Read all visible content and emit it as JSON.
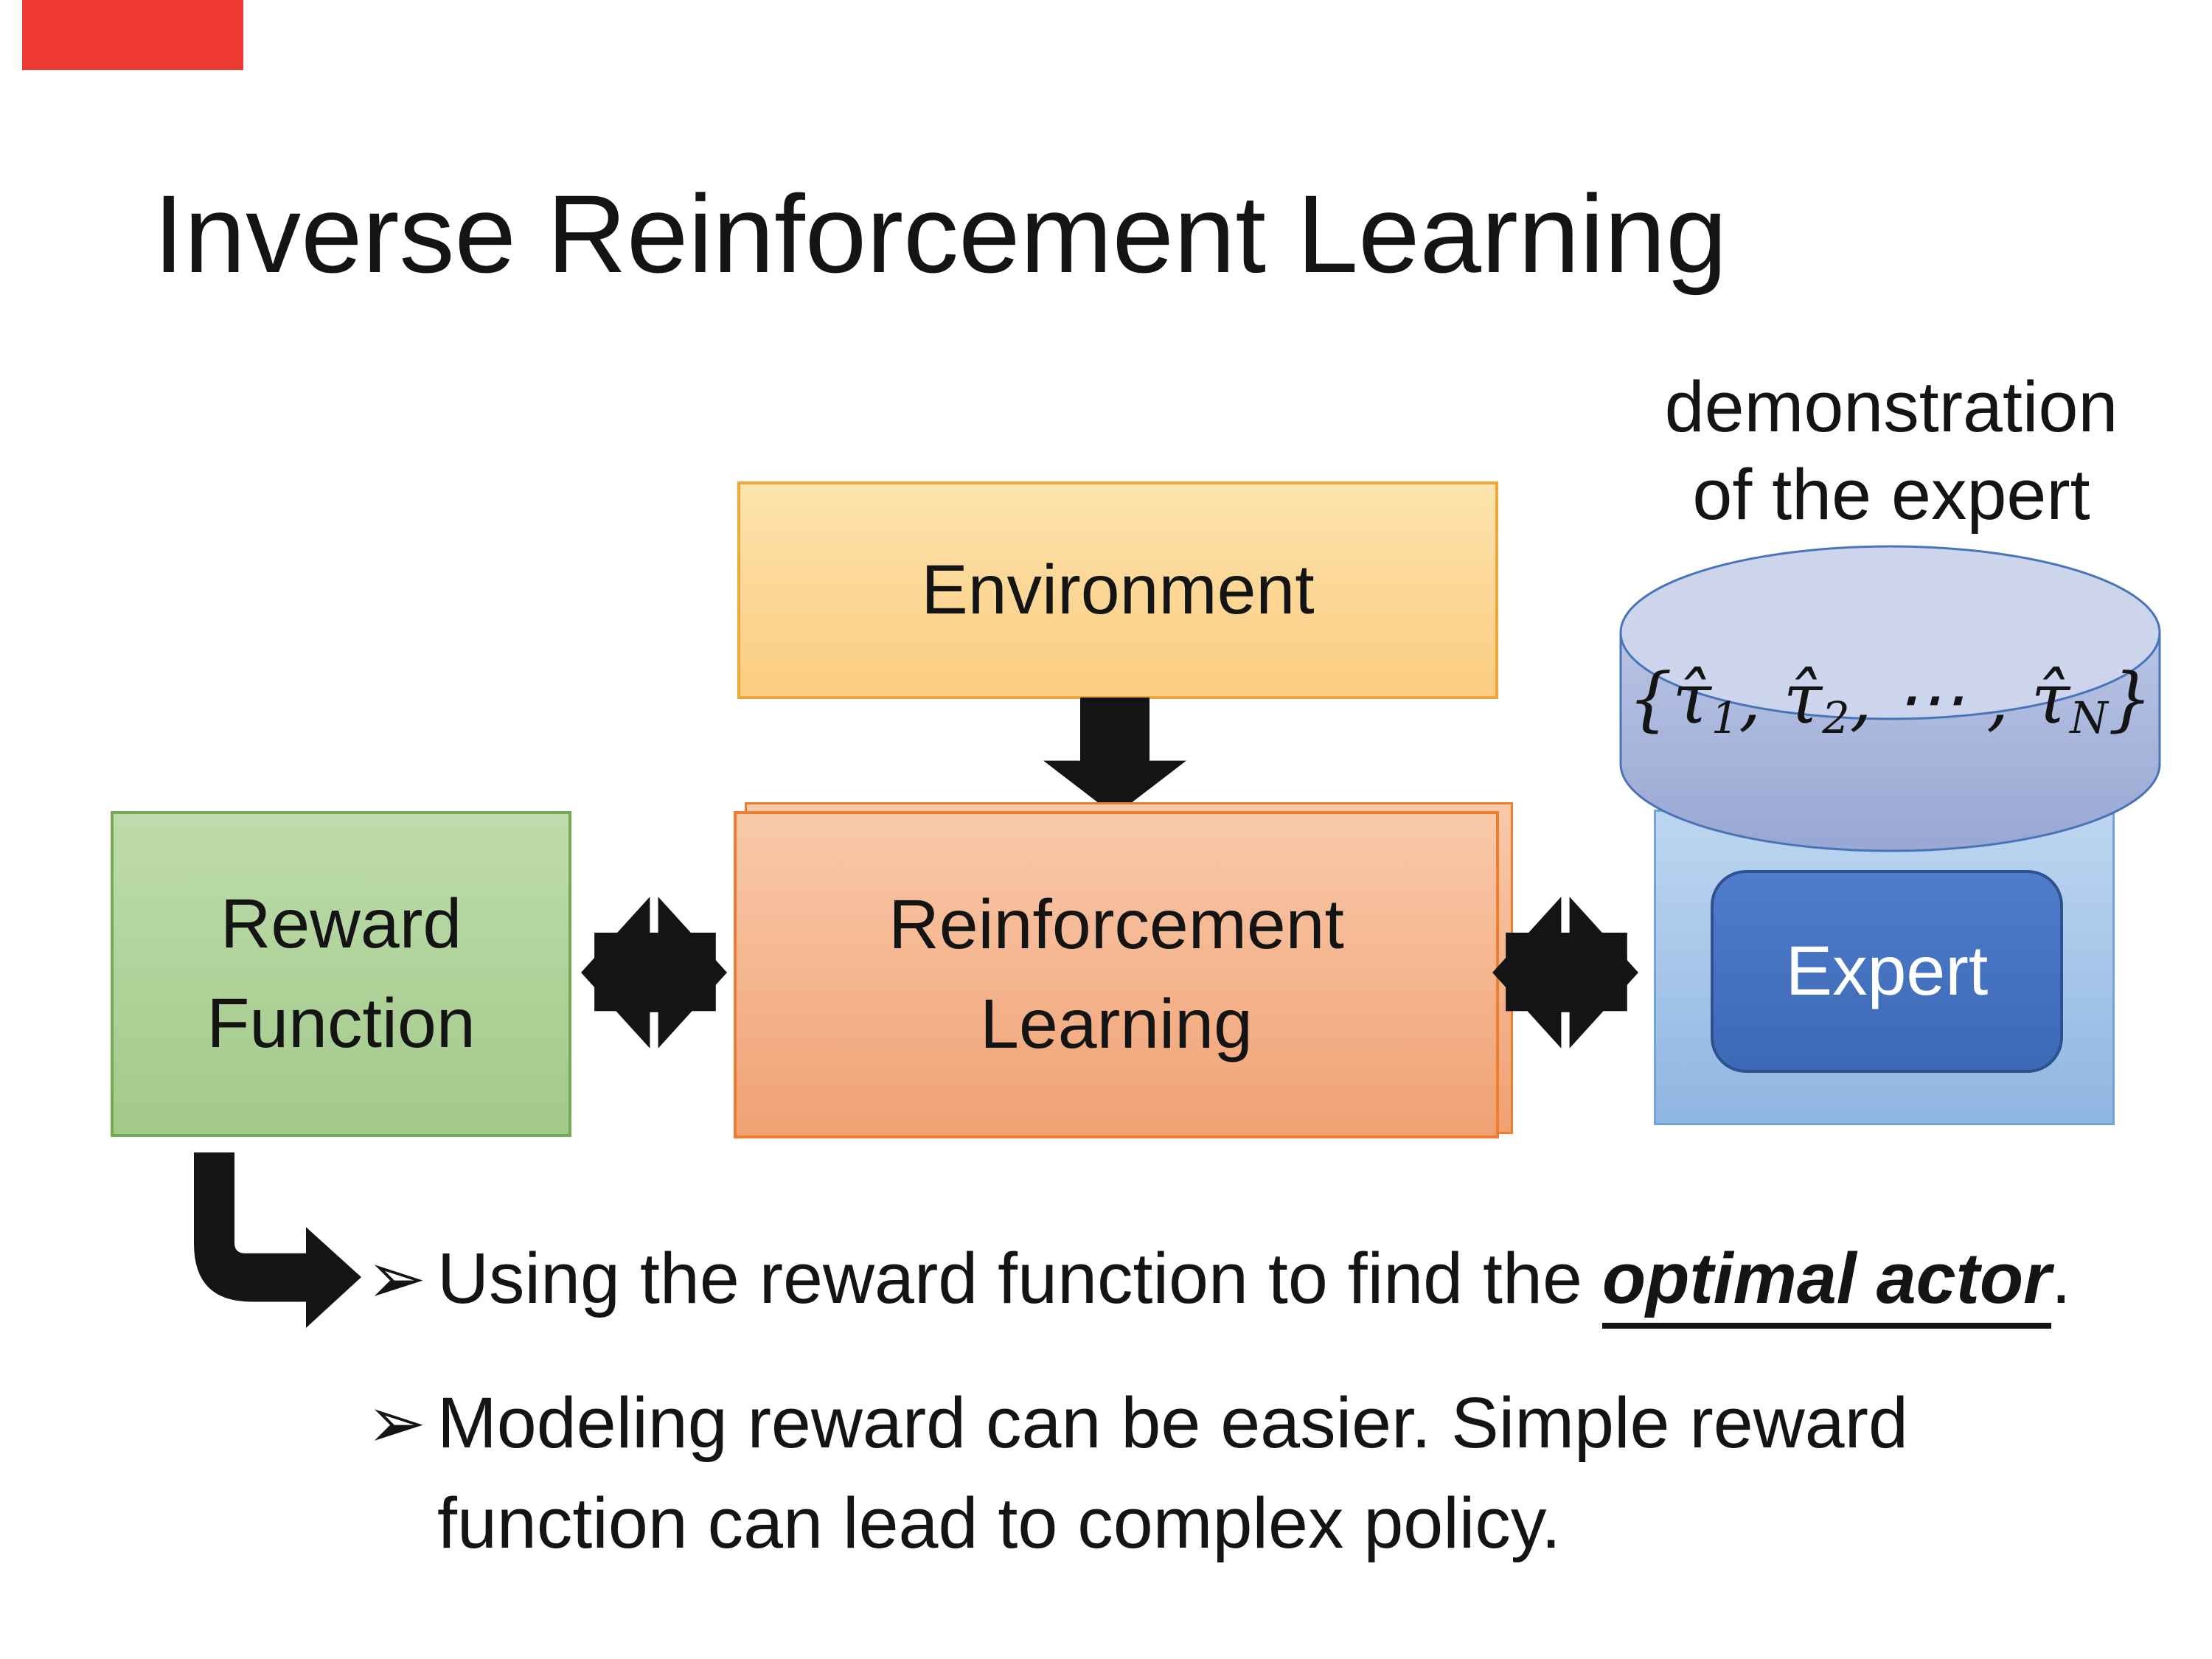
{
  "slide": {
    "title": "Inverse Reinforcement Learning"
  },
  "demo_label": {
    "line1": "demonstration",
    "line2": "of the expert"
  },
  "boxes": {
    "environment": {
      "label": "Environment"
    },
    "reward": {
      "line1": "Reward",
      "line2": "Function"
    },
    "rl": {
      "line1": "Reinforcement",
      "line2": "Learning"
    },
    "expert": {
      "label": "Expert"
    }
  },
  "cylinder": {
    "formula_parts": [
      {
        "t": "{τ̂"
      },
      {
        "s": "1"
      },
      {
        "t": ", τ̂"
      },
      {
        "s": "2"
      },
      {
        "t": ", ⋯ , τ̂"
      },
      {
        "s": "N"
      },
      {
        "t": "}"
      }
    ]
  },
  "bullets": [
    {
      "marker": "➢",
      "pre": "Using the reward function to find the ",
      "emphasis": "optimal actor",
      "post": "."
    },
    {
      "marker": "➢",
      "text": "Modeling reward can be easier. Simple reward function can lead to complex policy."
    }
  ],
  "icons": {
    "down_arrow": "down-block-arrow",
    "double_arrow": "left-right-double-arrow",
    "elbow_arrow": "bent-elbow-arrow",
    "cylinder": "database-cylinder"
  },
  "colors": {
    "ink": "#141414",
    "red_accent": "#ee3a33",
    "env_border": "#eda73b",
    "env_fill_top": "#fde3ad",
    "env_fill_bottom": "#fbcc80",
    "green_border": "#74aa55",
    "green_fill_top": "#bedcab",
    "green_fill_bottom": "#a2c98a",
    "rl_border": "#ed7d31",
    "rl_fill_top": "#f9c9aa",
    "rl_fill_bottom": "#f0a173",
    "bgblue_border": "#76a3d6",
    "bgblue_top": "#bdd6f0",
    "bgblue_bottom": "#8fb6e2",
    "cyl_stroke": "#4a74b9",
    "cyl_body_top": "#b9c4e4",
    "cyl_body_bottom": "#98a7d3",
    "cyl_top_fill": "#ccd5ec",
    "expert_border": "#2f528f",
    "expert_top": "#4f7ccb",
    "expert_bottom": "#3c69b5"
  }
}
